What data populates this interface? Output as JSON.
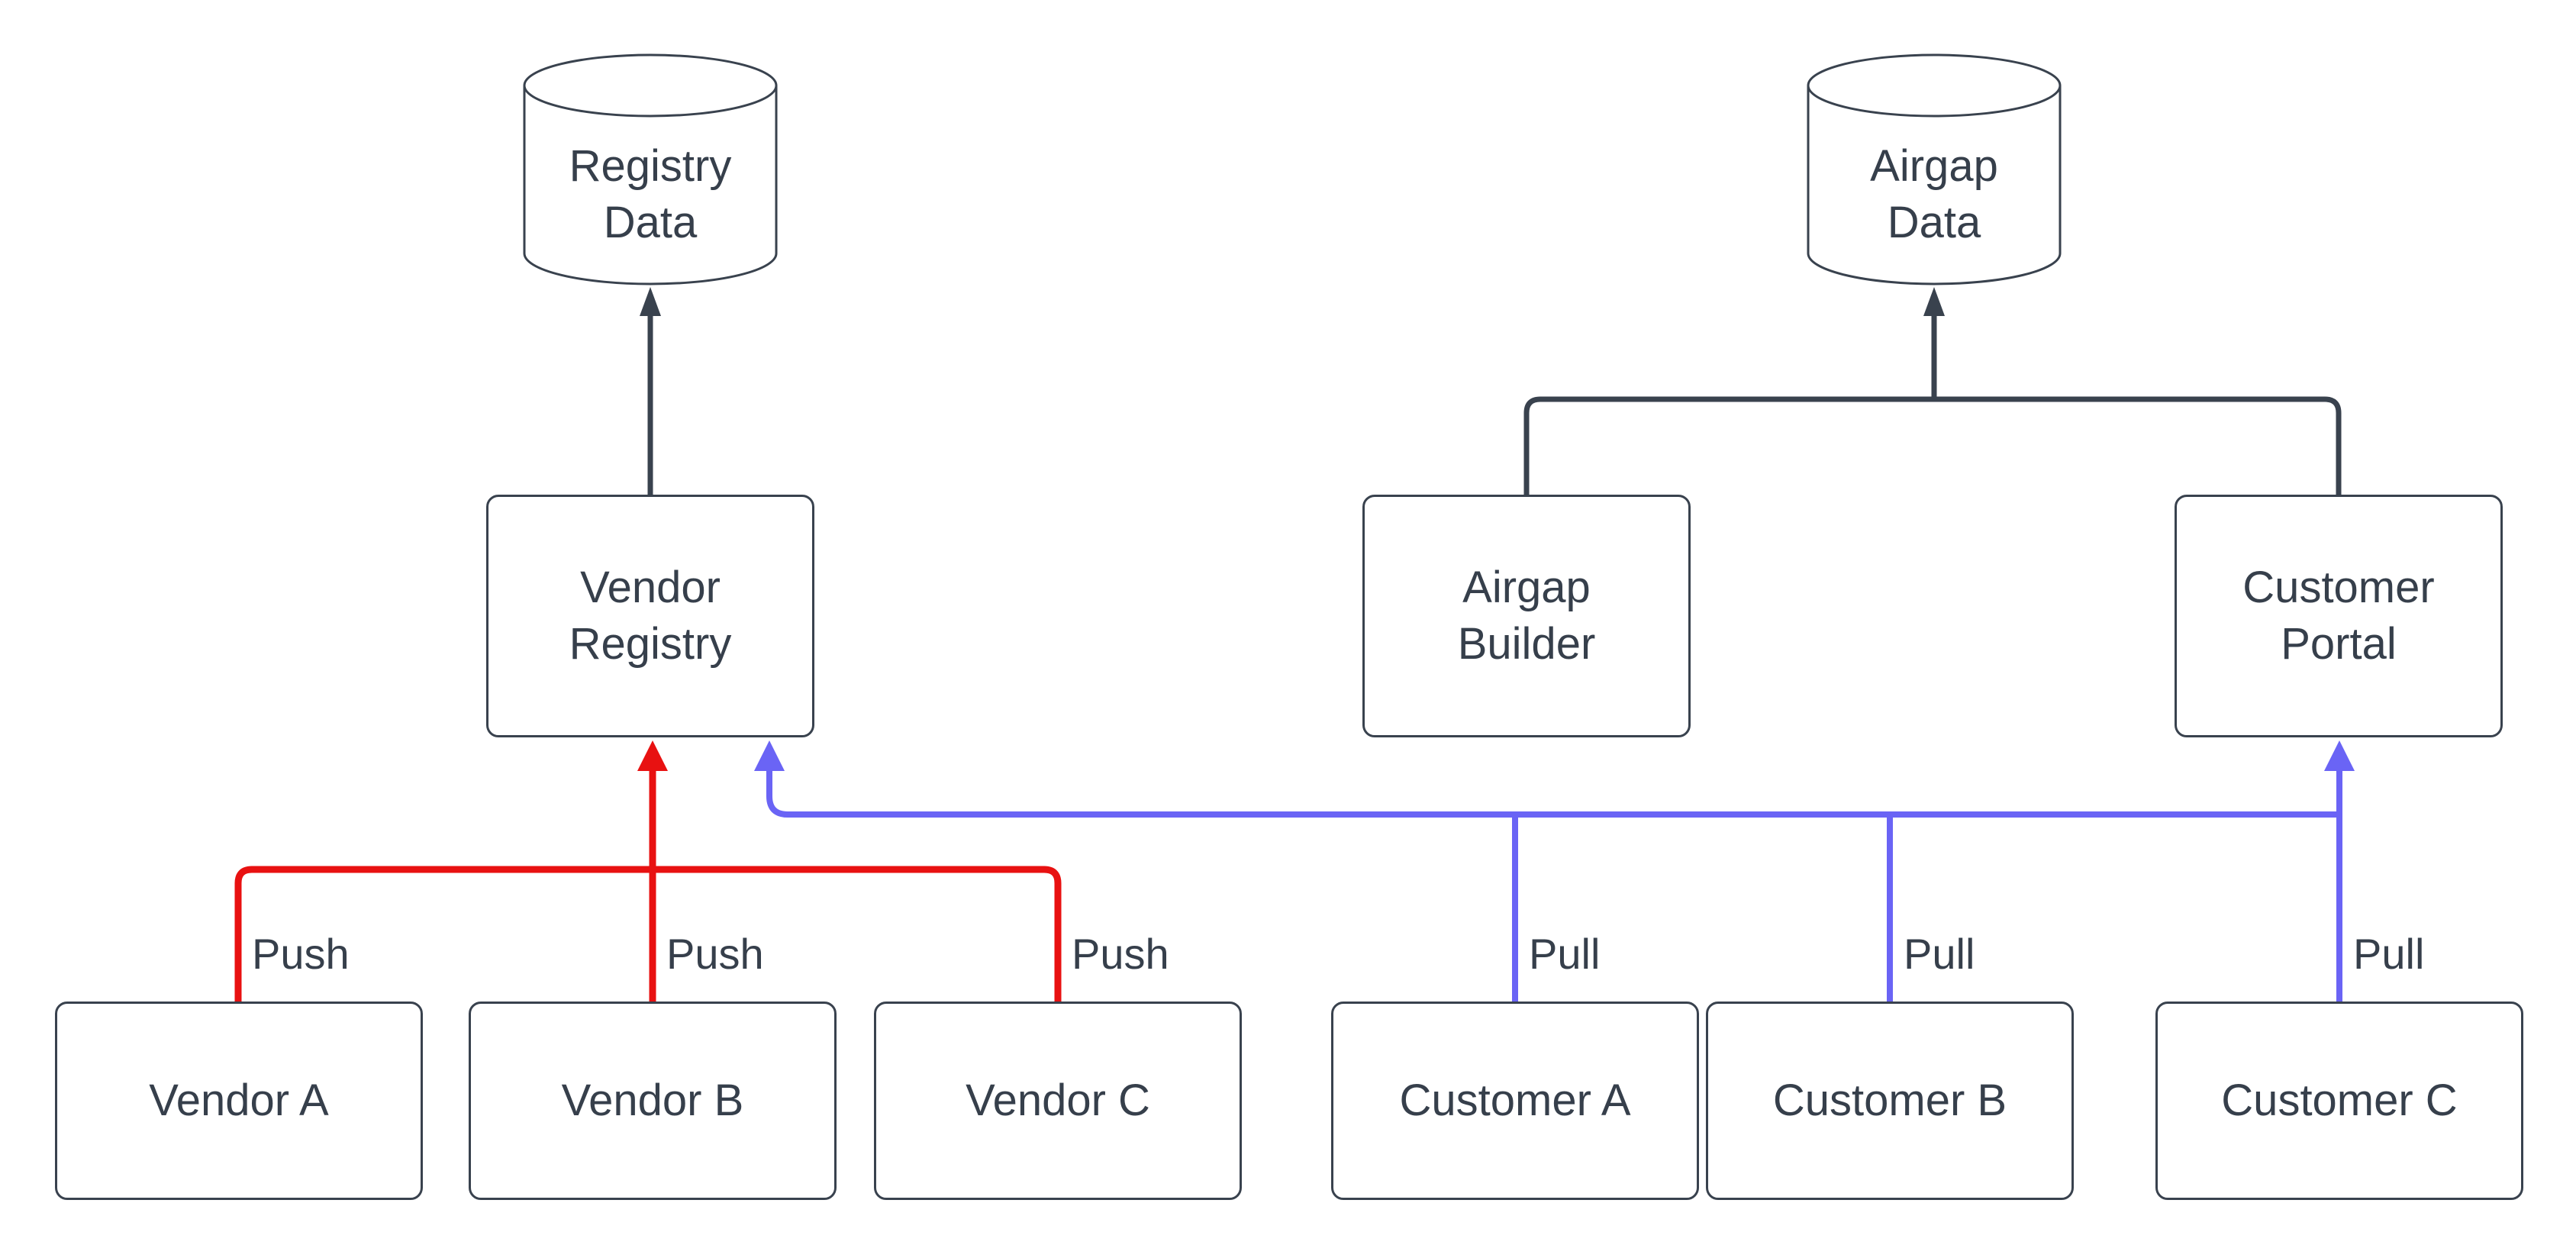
{
  "nodes": {
    "registry_data": "Registry\nData",
    "airgap_data": "Airgap\nData",
    "vendor_registry": "Vendor\nRegistry",
    "airgap_builder": "Airgap\nBuilder",
    "customer_portal": "Customer\nPortal",
    "vendor_a": "Vendor A",
    "vendor_b": "Vendor B",
    "vendor_c": "Vendor C",
    "customer_a": "Customer A",
    "customer_b": "Customer B",
    "customer_c": "Customer C"
  },
  "edge_labels": {
    "push": [
      "Push",
      "Push",
      "Push"
    ],
    "pull": [
      "Pull",
      "Pull",
      "Pull"
    ]
  },
  "colors": {
    "line_dark": "#39424e",
    "line_push": "#e81111",
    "line_pull": "#6a64f5",
    "text": "#363f4b"
  }
}
